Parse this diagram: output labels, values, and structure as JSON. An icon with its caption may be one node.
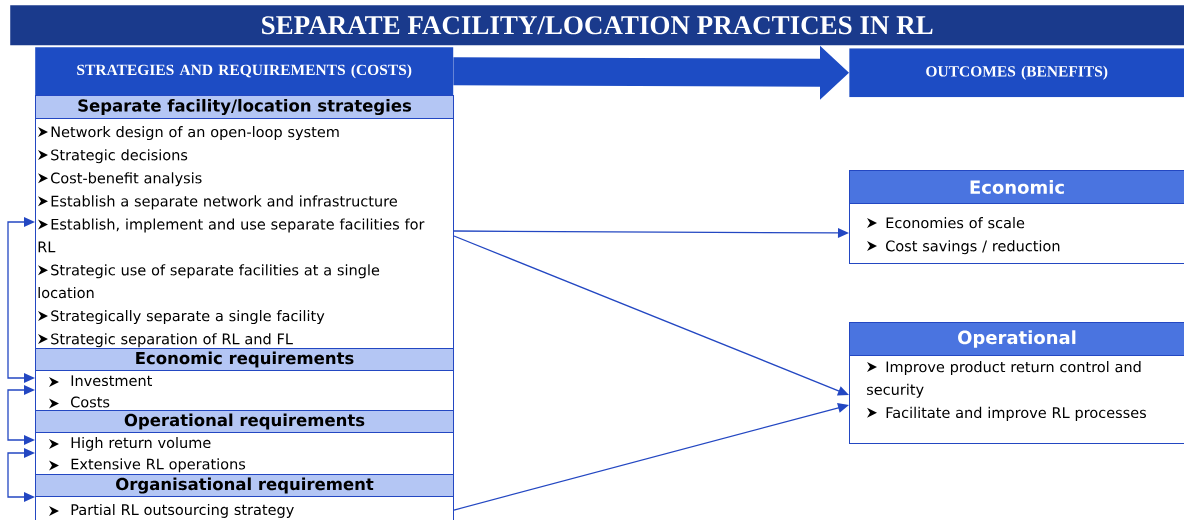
{
  "diagram": {
    "title": "SEPARATE FACILITY/LOCATION PRACTICES IN RL",
    "nodes": [
      {
        "text": [
          "STRATEGIES AND REQUIREMENTS (COSTS)"
        ]
      },
      {
        "text": [
          "OUTCOMES (BENEFITS)"
        ]
      },
      {
        "text": [
          "Separate facility/location strategies",
          "Network design of an open-loop system",
          "Strategic decisions",
          "Cost-benefit analysis",
          "Establish a separate network and infrastructure",
          "Establish, implement and use separate facilities for RL",
          "Strategic use of separate facilities at a single location",
          "Strategically separate a single facility",
          "Strategic separation of RL and FL"
        ]
      },
      {
        "text": [
          "Economic requirements",
          "Investment",
          "Costs"
        ]
      },
      {
        "text": [
          "Operational requirements",
          "High return volume",
          "Extensive RL operations"
        ]
      },
      {
        "text": [
          "Organisational requirement",
          "Partial RL outsourcing strategy"
        ]
      },
      {
        "text": [
          "Economic",
          "Economies of scale",
          "Cost savings / reduction"
        ]
      },
      {
        "text": [
          "Operational",
          "Improve product return control and security",
          "Facilitate and improve RL processes"
        ]
      }
    ],
    "edges": [
      {
        "from": 0,
        "to": 1,
        "arrow": "to",
        "style": "thick"
      },
      {
        "from": 2,
        "to": 6,
        "arrow": "to"
      },
      {
        "from": 2,
        "to": 7,
        "arrow": "to"
      },
      {
        "from": 5,
        "to": 7,
        "arrow": "to"
      },
      {
        "from": 2,
        "to": 3,
        "arrow": "both"
      },
      {
        "from": 3,
        "to": 4,
        "arrow": "both"
      },
      {
        "from": 4,
        "to": 5,
        "arrow": "both"
      }
    ]
  }
}
